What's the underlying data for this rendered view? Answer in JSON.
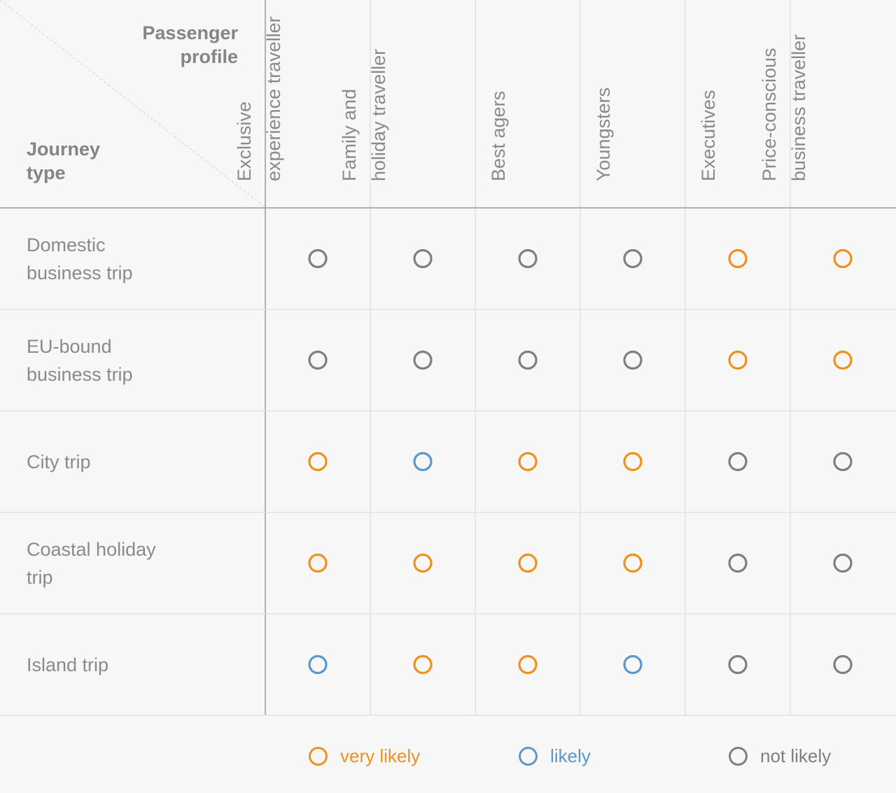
{
  "header": {
    "corner_top": [
      "Passenger",
      "profile"
    ],
    "corner_bottom": [
      "Journey",
      "type"
    ]
  },
  "colors": {
    "very_likely": "#f0901e",
    "likely": "#5b97cc",
    "not_likely": "#7f7f7f",
    "grid": "#e2e2e2",
    "axis": "#9a9a9a"
  },
  "chart_data": {
    "type": "table",
    "columns": [
      [
        "Exclusive",
        "experience traveller"
      ],
      [
        "Family and",
        "holiday traveller"
      ],
      [
        "Best agers"
      ],
      [
        "Youngsters"
      ],
      [
        "Executives"
      ],
      [
        "Price-conscious",
        "business traveller"
      ]
    ],
    "rows": [
      {
        "label": [
          "Domestic",
          "business trip"
        ],
        "values": [
          "not likely",
          "not likely",
          "not likely",
          "not likely",
          "very likely",
          "very likely"
        ]
      },
      {
        "label": [
          "EU-bound",
          "business trip"
        ],
        "values": [
          "not likely",
          "not likely",
          "not likely",
          "not likely",
          "very likely",
          "very likely"
        ]
      },
      {
        "label": [
          "City trip"
        ],
        "values": [
          "very likely",
          "likely",
          "very likely",
          "very likely",
          "not likely",
          "not likely"
        ]
      },
      {
        "label": [
          "Coastal holiday",
          "trip"
        ],
        "values": [
          "very likely",
          "very likely",
          "very likely",
          "very likely",
          "not likely",
          "not likely"
        ]
      },
      {
        "label": [
          "Island trip"
        ],
        "values": [
          "likely",
          "very likely",
          "very likely",
          "likely",
          "not likely",
          "not likely"
        ]
      }
    ],
    "legend": [
      {
        "label": "very likely",
        "value": "very likely"
      },
      {
        "label": "likely",
        "value": "likely"
      },
      {
        "label": "not likely",
        "value": "not likely"
      }
    ]
  }
}
